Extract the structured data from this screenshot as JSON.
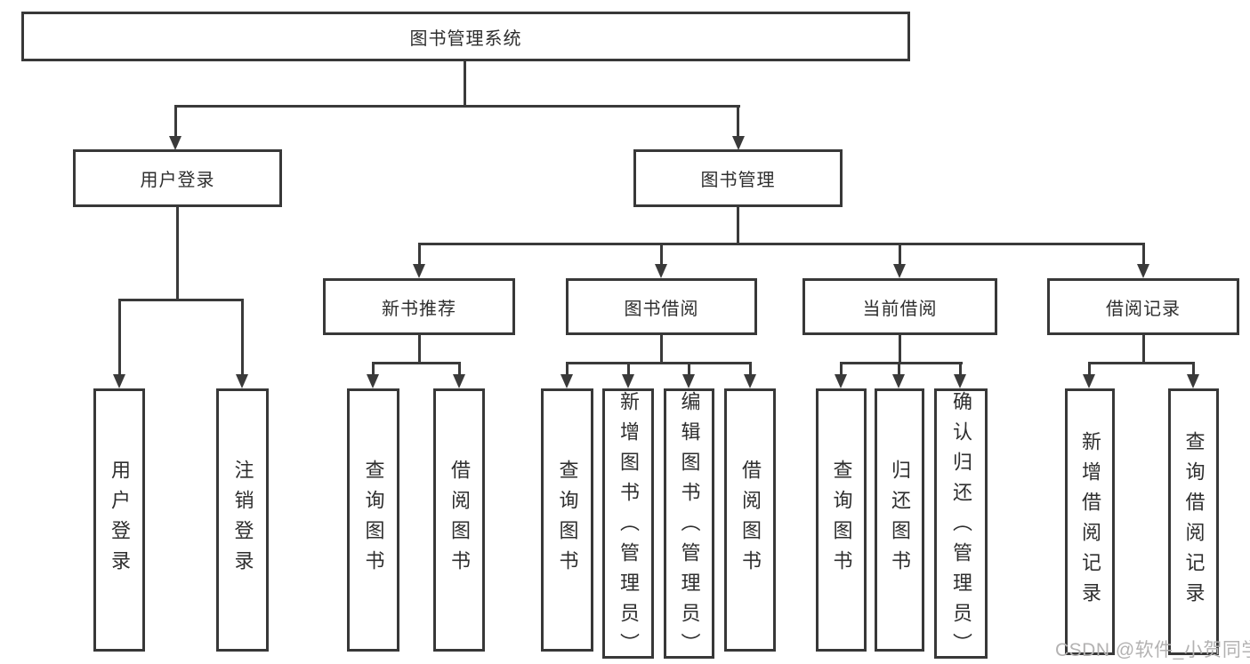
{
  "tree": {
    "label": "图书管理系统",
    "children": [
      {
        "label": "用户登录",
        "children": [
          {
            "label": "用户登录"
          },
          {
            "label": "注销登录"
          }
        ]
      },
      {
        "label": "图书管理",
        "children": [
          {
            "label": "新书推荐",
            "children": [
              {
                "label": "查询图书"
              },
              {
                "label": "借阅图书"
              }
            ]
          },
          {
            "label": "图书借阅",
            "children": [
              {
                "label": "查询图书"
              },
              {
                "label": "新增图书（管理员）"
              },
              {
                "label": "编辑图书（管理员）"
              },
              {
                "label": "借阅图书"
              }
            ]
          },
          {
            "label": "当前借阅",
            "children": [
              {
                "label": "查询图书"
              },
              {
                "label": "归还图书"
              },
              {
                "label": "确认归还（管理员）"
              }
            ]
          },
          {
            "label": "借阅记录",
            "children": [
              {
                "label": "新增借阅记录"
              },
              {
                "label": "查询借阅记录"
              }
            ]
          }
        ]
      }
    ]
  },
  "watermark": {
    "text": "CSDN @软件_小贺同学"
  },
  "colors": {
    "background": "#ffffff",
    "box_border": "#383838",
    "connector_line": "#3a3a3a",
    "text": "#2e2e2e",
    "watermark_text": "#b3b2b2"
  }
}
